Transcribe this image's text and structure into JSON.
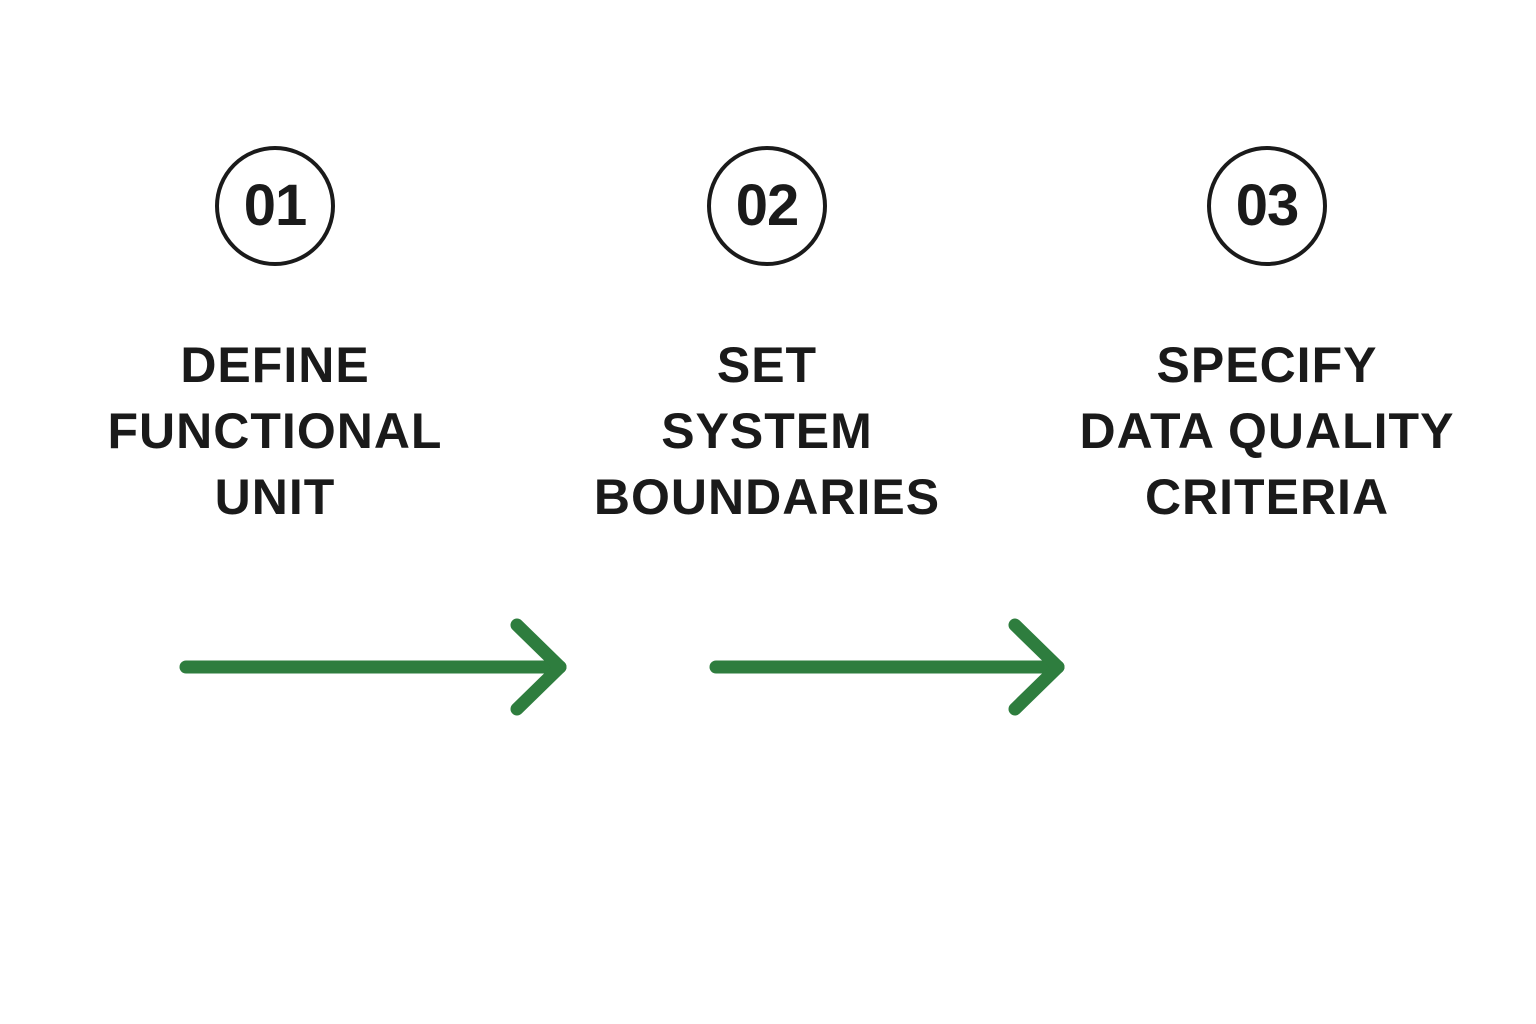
{
  "colors": {
    "text": "#1a1a1a",
    "arrow": "#2e7d3e",
    "background": "#ffffff"
  },
  "steps": [
    {
      "number": "01",
      "lines": [
        "DEFINE",
        "FUNCTIONAL",
        "UNIT"
      ]
    },
    {
      "number": "02",
      "lines": [
        "SET",
        "SYSTEM",
        "BOUNDARIES"
      ]
    },
    {
      "number": "03",
      "lines": [
        "SPECIFY",
        "DATA QUALITY",
        "CRITERIA"
      ]
    }
  ],
  "connectors": [
    {
      "from": "01",
      "to": "02",
      "icon": "arrow-right-icon"
    },
    {
      "from": "02",
      "to": "03",
      "icon": "arrow-right-icon"
    }
  ]
}
